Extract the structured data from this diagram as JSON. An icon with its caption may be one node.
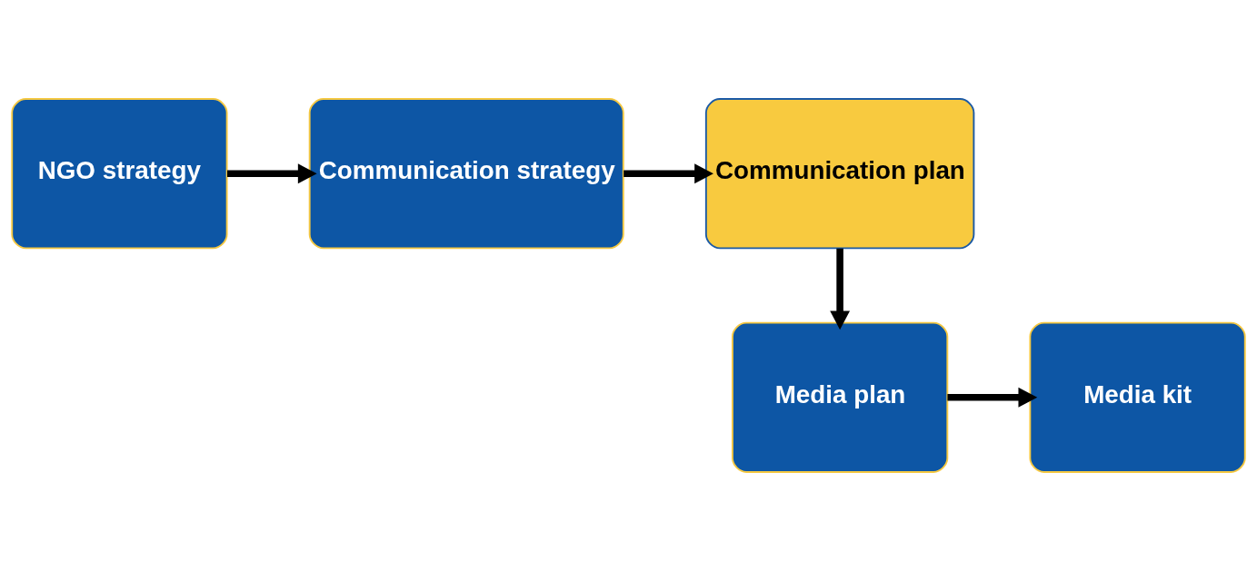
{
  "diagram": {
    "nodes": [
      {
        "text": [
          "NGO strategy"
        ]
      },
      {
        "text": [
          "Communication strategy"
        ]
      },
      {
        "text": [
          "Communication plan"
        ]
      },
      {
        "text": [
          "Media plan"
        ]
      },
      {
        "text": [
          "Media kit"
        ]
      }
    ],
    "edges": [
      {
        "from": 0,
        "to": 1,
        "arrow": "to"
      },
      {
        "from": 1,
        "to": 2,
        "arrow": "to"
      },
      {
        "from": 2,
        "to": 3,
        "arrow": "to"
      },
      {
        "from": 3,
        "to": 4,
        "arrow": "to"
      }
    ]
  }
}
